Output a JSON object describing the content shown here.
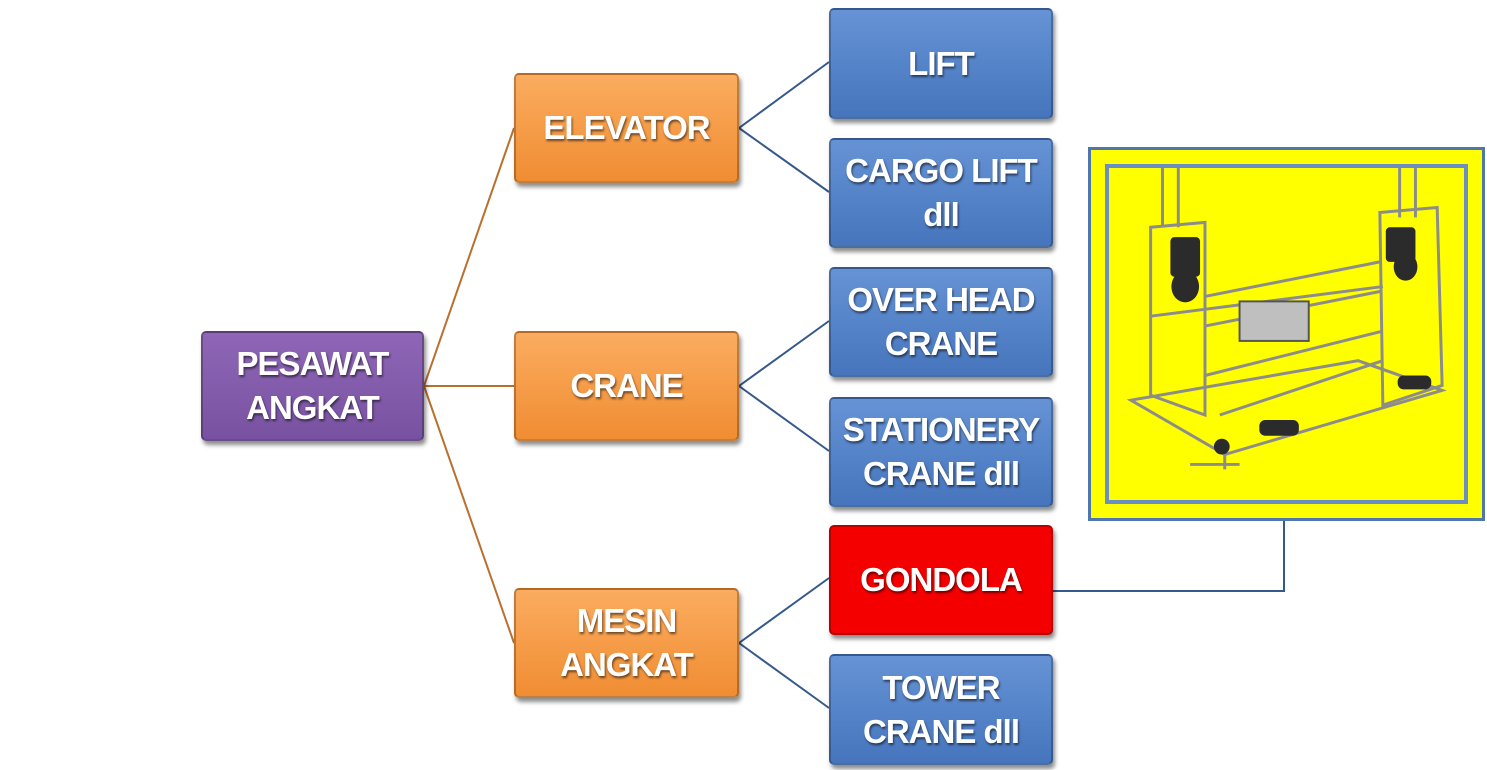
{
  "diagram": {
    "root": {
      "label": "PESAWAT\nANGKAT"
    },
    "branches": [
      {
        "label": "ELEVATOR",
        "children": [
          "LIFT",
          "CARGO LIFT\ndll"
        ]
      },
      {
        "label": "CRANE",
        "children": [
          "OVER HEAD\nCRANE",
          "STATIONERY\nCRANE dll"
        ]
      },
      {
        "label": "MESIN\nANGKAT",
        "children": [
          "GONDOLA",
          "TOWER\nCRANE dll"
        ]
      }
    ]
  },
  "colors": {
    "root": "#7f59a8",
    "branch": "#f79646",
    "leaf": "#4f81bd",
    "highlight": "#ff0000",
    "root_connector": "#b5662a",
    "leaf_connector": "#3b5b8c",
    "photo_background": "#ffff00"
  },
  "photo": {
    "subject": "gondola-machine-illustration"
  }
}
